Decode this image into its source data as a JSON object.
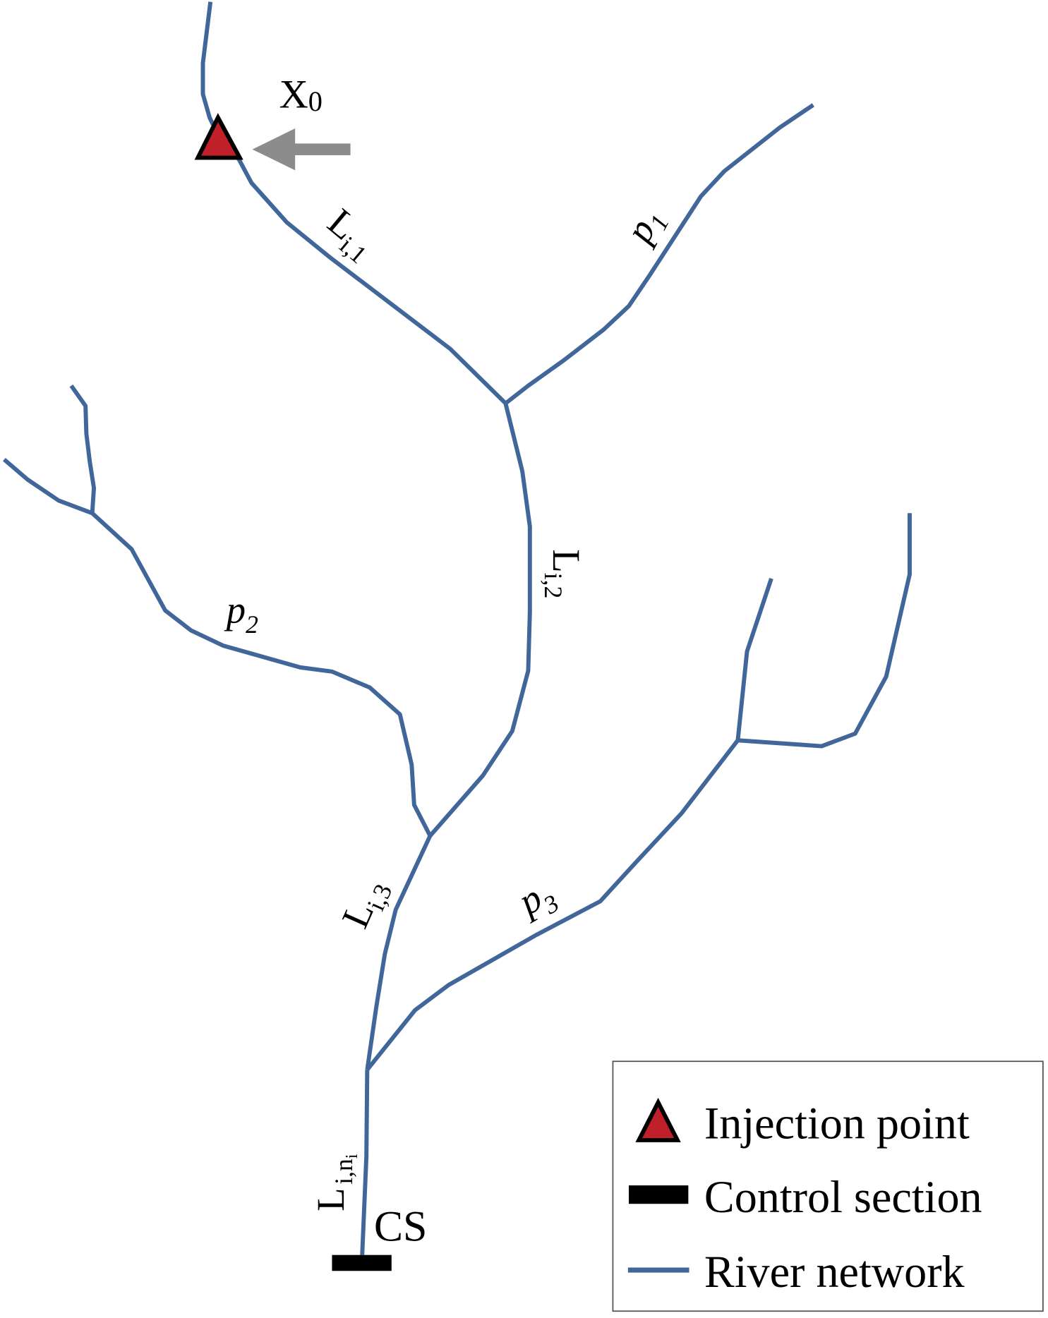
{
  "labels": {
    "injection": "X",
    "injection_sub": "0",
    "reach1": "L",
    "reach1_sub": "i,1",
    "reach2": "L",
    "reach2_sub": "i,2",
    "reach3": "L",
    "reach3_sub": "i,3",
    "reachn": "L",
    "reachn_sub": "i,n",
    "reachn_subsub": "i",
    "p1": "p",
    "p1_sub": "1",
    "p2": "p",
    "p2_sub": "2",
    "p3": "p",
    "p3_sub": "3",
    "control_section": "CS"
  },
  "legend": {
    "items": [
      {
        "label": "Injection point",
        "icon": "red-triangle"
      },
      {
        "label": "Control section",
        "icon": "black-rectangle"
      },
      {
        "label": "River network",
        "icon": "blue-line"
      }
    ]
  },
  "colors": {
    "river": "#41679a",
    "injection_fill": "#c0202a",
    "arrow": "#8c8c8c",
    "control_section": "#000000"
  }
}
